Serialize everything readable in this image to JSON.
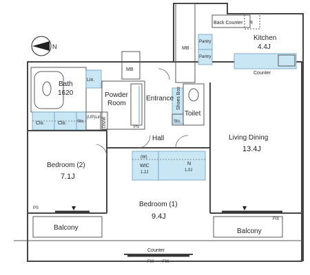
{
  "compass": {
    "symbol": "N",
    "icon": "north-arrow-icon"
  },
  "rooms": {
    "bath": {
      "name": "Bath",
      "sub": "1620"
    },
    "lin_top": {
      "name": "Lin."
    },
    "powder": {
      "line1": "Powder",
      "line2": "Room"
    },
    "entrance": {
      "name": "Entrance"
    },
    "shoes_box": {
      "name": "Shoes Box"
    },
    "toilet": {
      "name": "Toilet"
    },
    "sto_small": {
      "name": "Sto."
    },
    "mb_left": {
      "name": "MB"
    },
    "mb_right": {
      "name": "MB"
    },
    "kitchen": {
      "name": "Kitchen",
      "size": "4.4J"
    },
    "back_counter": {
      "name": "Back Counter"
    },
    "ref": {
      "name": "R"
    },
    "pantry1": {
      "name": "Pantry"
    },
    "pantry2": {
      "name": "Pantry"
    },
    "kitchen_counter": {
      "name": "Counter"
    },
    "clo1": {
      "name": "Clo."
    },
    "clo2": {
      "name": "Clo."
    },
    "sto_bed": {
      "name": "Sto."
    },
    "uplin": {
      "name": "(UP)Lin."
    },
    "dnw": {
      "name": "DN/W"
    },
    "hall": {
      "name": "Hall"
    },
    "living": {
      "name": "Living Dining",
      "size": "13.4J"
    },
    "bedroom2": {
      "name": "Bedroom (2)",
      "size": "7.1J"
    },
    "wic": {
      "tag": "(W)",
      "name": "WIC",
      "size": "1.2J"
    },
    "n_closet": {
      "name": "N",
      "size": "1.0J"
    },
    "bedroom1": {
      "name": "Bedroom (1)",
      "size": "9.4J"
    },
    "balcony_left": {
      "name": "Balcony"
    },
    "balcony_right": {
      "name": "Balcony"
    },
    "bottom_counter": {
      "name": "Counter"
    },
    "ps1": {
      "name": "PS"
    },
    "ps2": {
      "name": "PS"
    },
    "fix1": {
      "name": "FIX"
    },
    "fix2": {
      "name": "FIX"
    },
    "fix3": {
      "name": "FIX"
    }
  },
  "colors": {
    "closet_fill": "#c9e6f5",
    "wall": "#d9d9d9"
  }
}
